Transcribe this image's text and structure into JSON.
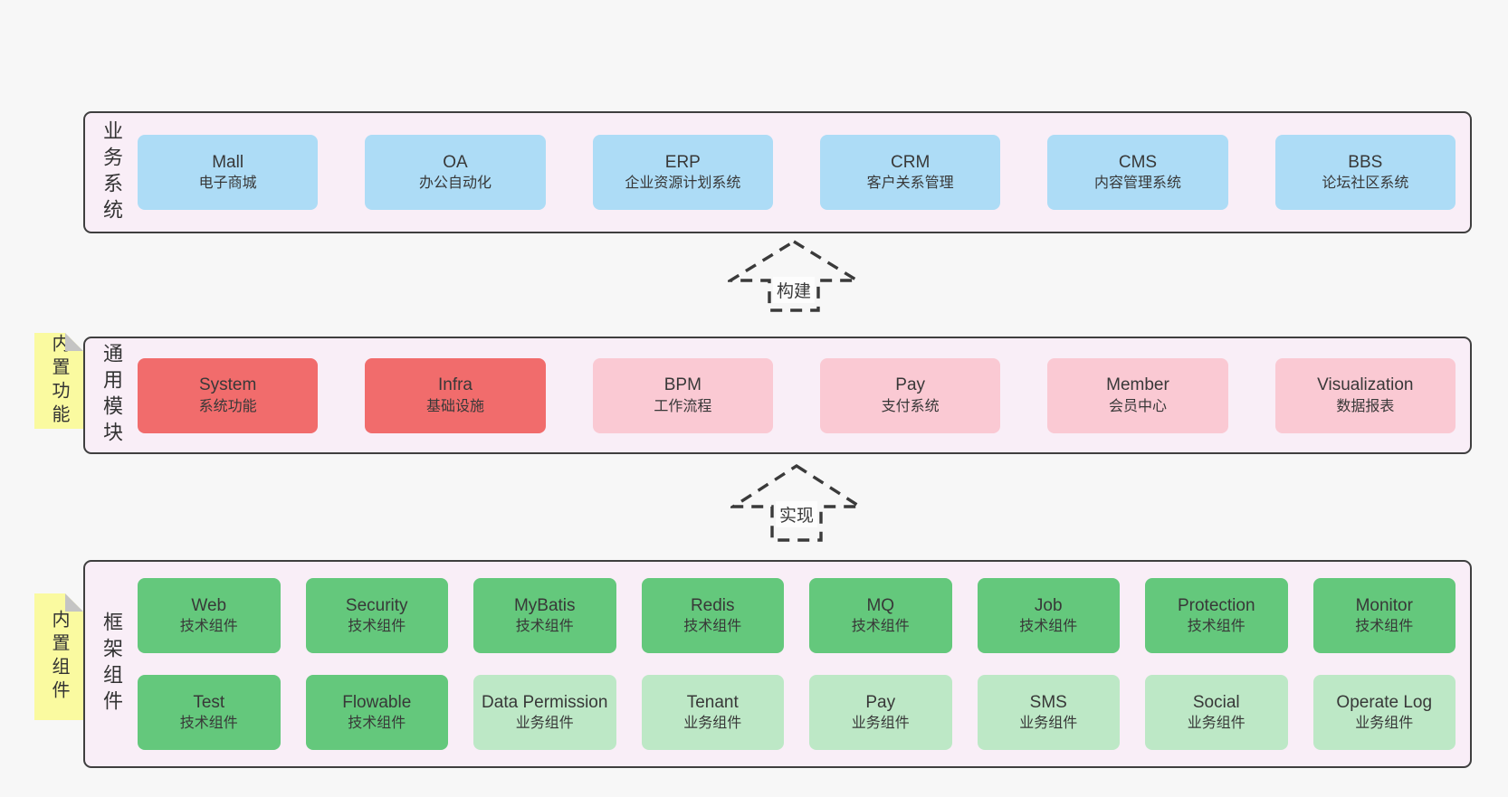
{
  "arrows": {
    "build": "构建",
    "implement": "实现"
  },
  "colors": {
    "background": "#f7f7f7",
    "panel_bg": "#f9eef7",
    "panel_border": "#3f3f3f",
    "blue": "#addcf6",
    "red": "#f16c6c",
    "pink": "#fac9d3",
    "green": "#64c87c",
    "light_green": "#bde8c6",
    "sticky_yellow": "#fafaa0",
    "text": "#383838"
  },
  "sections": {
    "business": {
      "side_label": "业务系统",
      "boxes": [
        {
          "name": "Mall",
          "desc": "电子商城",
          "color": "blue"
        },
        {
          "name": "OA",
          "desc": "办公自动化",
          "color": "blue"
        },
        {
          "name": "ERP",
          "desc": "企业资源计划系统",
          "color": "blue"
        },
        {
          "name": "CRM",
          "desc": "客户关系管理",
          "color": "blue"
        },
        {
          "name": "CMS",
          "desc": "内容管理系统",
          "color": "blue"
        },
        {
          "name": "BBS",
          "desc": "论坛社区系统",
          "color": "blue"
        }
      ]
    },
    "modules": {
      "side_label": "通用模块",
      "sticky": "内置功能",
      "boxes": [
        {
          "name": "System",
          "desc": "系统功能",
          "color": "red"
        },
        {
          "name": "Infra",
          "desc": "基础设施",
          "color": "red"
        },
        {
          "name": "BPM",
          "desc": "工作流程",
          "color": "pink"
        },
        {
          "name": "Pay",
          "desc": "支付系统",
          "color": "pink"
        },
        {
          "name": "Member",
          "desc": "会员中心",
          "color": "pink"
        },
        {
          "name": "Visualization",
          "desc": "数据报表",
          "color": "pink"
        }
      ]
    },
    "components": {
      "side_label": "框架组件",
      "sticky": "内置组件",
      "rows": [
        [
          {
            "name": "Web",
            "desc": "技术组件",
            "color": "green"
          },
          {
            "name": "Security",
            "desc": "技术组件",
            "color": "green"
          },
          {
            "name": "MyBatis",
            "desc": "技术组件",
            "color": "green"
          },
          {
            "name": "Redis",
            "desc": "技术组件",
            "color": "green"
          },
          {
            "name": "MQ",
            "desc": "技术组件",
            "color": "green"
          },
          {
            "name": "Job",
            "desc": "技术组件",
            "color": "green"
          },
          {
            "name": "Protection",
            "desc": "技术组件",
            "color": "green"
          },
          {
            "name": "Monitor",
            "desc": "技术组件",
            "color": "green"
          }
        ],
        [
          {
            "name": "Test",
            "desc": "技术组件",
            "color": "green"
          },
          {
            "name": "Flowable",
            "desc": "技术组件",
            "color": "green"
          },
          {
            "name": "Data Permission",
            "desc": "业务组件",
            "color": "light_green"
          },
          {
            "name": "Tenant",
            "desc": "业务组件",
            "color": "light_green"
          },
          {
            "name": "Pay",
            "desc": "业务组件",
            "color": "light_green"
          },
          {
            "name": "SMS",
            "desc": "业务组件",
            "color": "light_green"
          },
          {
            "name": "Social",
            "desc": "业务组件",
            "color": "light_green"
          },
          {
            "name": "Operate Log",
            "desc": "业务组件",
            "color": "light_green"
          }
        ]
      ]
    }
  }
}
